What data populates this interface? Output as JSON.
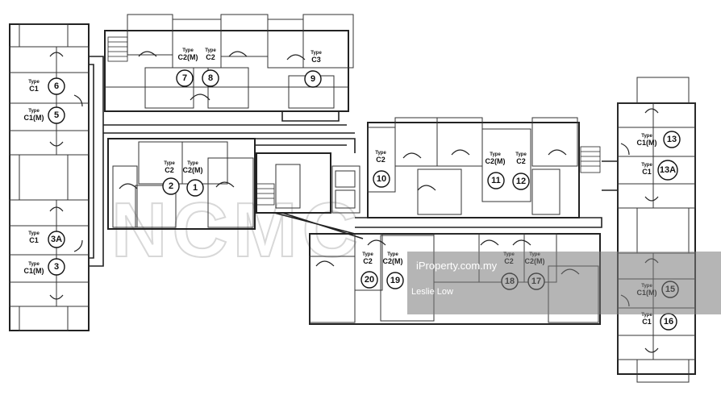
{
  "watermark": "NCMC",
  "brand": "iProperty.com.my",
  "agent": "Leslie Low",
  "type_word": "Type",
  "units": [
    {
      "num": "6",
      "type": "C1"
    },
    {
      "num": "5",
      "type": "C1(M)"
    },
    {
      "num": "3A",
      "type": "C1"
    },
    {
      "num": "3",
      "type": "C1(M)"
    },
    {
      "num": "7",
      "type": "C2(M)"
    },
    {
      "num": "8",
      "type": "C2"
    },
    {
      "num": "9",
      "type": "C3"
    },
    {
      "num": "2",
      "type": "C2"
    },
    {
      "num": "1",
      "type": "C2(M)"
    },
    {
      "num": "10",
      "type": "C2"
    },
    {
      "num": "11",
      "type": "C2(M)"
    },
    {
      "num": "12",
      "type": "C2"
    },
    {
      "num": "13",
      "type": "C1(M)"
    },
    {
      "num": "13A",
      "type": "C1"
    },
    {
      "num": "20",
      "type": "C2"
    },
    {
      "num": "19",
      "type": "C2(M)"
    },
    {
      "num": "18",
      "type": "C2"
    },
    {
      "num": "17",
      "type": "C2(M)"
    },
    {
      "num": "15",
      "type": "C1(M)"
    },
    {
      "num": "16",
      "type": "C1"
    }
  ]
}
